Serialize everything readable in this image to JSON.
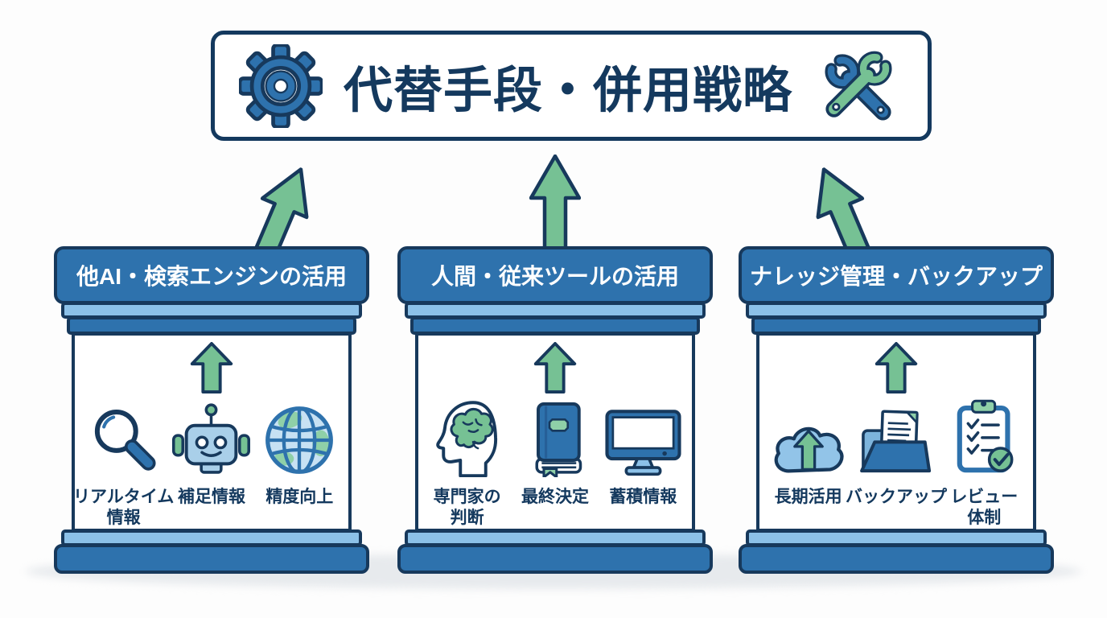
{
  "title": {
    "text": "代替手段・併用戦略",
    "left_icon": "gear-icon",
    "right_icon": "crossed-wrenches-icon"
  },
  "pillars": [
    {
      "title": "他AI・検索エンジンの活用",
      "arrow_icon": "up-arrow-icon",
      "items": [
        {
          "icon": "magnifier-icon",
          "label": "リアルタイム情報",
          "lines": [
            "リアルタイム",
            "情報"
          ]
        },
        {
          "icon": "robot-icon",
          "label": "補足情報",
          "lines": [
            "補足情報"
          ]
        },
        {
          "icon": "globe-icon",
          "label": "精度向上",
          "lines": [
            "精度向上"
          ]
        }
      ]
    },
    {
      "title": "人間・従来ツールの活用",
      "arrow_icon": "up-arrow-icon",
      "items": [
        {
          "icon": "head-brain-icon",
          "label": "専門家の判断",
          "lines": [
            "専門家の",
            "判断"
          ]
        },
        {
          "icon": "book-icon",
          "label": "最終決定",
          "lines": [
            "最終決定"
          ]
        },
        {
          "icon": "monitor-icon",
          "label": "蓄積情報",
          "lines": [
            "蓄積情報"
          ]
        }
      ]
    },
    {
      "title": "ナレッジ管理・バックアップ",
      "arrow_icon": "up-arrow-icon",
      "items": [
        {
          "icon": "cloud-upload-icon",
          "label": "長期活用",
          "lines": [
            "長期活用"
          ]
        },
        {
          "icon": "folder-doc-icon",
          "label": "バックアップ",
          "lines": [
            "バックアップ"
          ]
        },
        {
          "icon": "clipboard-check-icon",
          "label": "レビュー体制",
          "lines": [
            "レビュー",
            "体制"
          ]
        }
      ]
    }
  ],
  "connector_arrows": [
    "up-arrow-icon",
    "up-arrow-icon",
    "up-arrow-icon"
  ],
  "icons": {
    "gear-icon": "⚙",
    "crossed-wrenches-icon": "🛠",
    "magnifier-icon": "🔍",
    "robot-icon": "🤖",
    "globe-icon": "🌐",
    "head-brain-icon": "🧠",
    "book-icon": "📘",
    "monitor-icon": "🖥",
    "cloud-upload-icon": "☁",
    "folder-doc-icon": "📁",
    "clipboard-check-icon": "📋",
    "up-arrow-icon": "⬆"
  },
  "colors": {
    "navy_outline": "#17395c",
    "blue_primary": "#2e72ad",
    "blue_light": "#8cc1e8",
    "blue_pale": "#a9cfe9",
    "green": "#76c194",
    "green_light": "#8fd0a8",
    "text_navy": "#14395e",
    "shadow_gray": "#e7eaed",
    "bg": "#fdfdfd"
  }
}
